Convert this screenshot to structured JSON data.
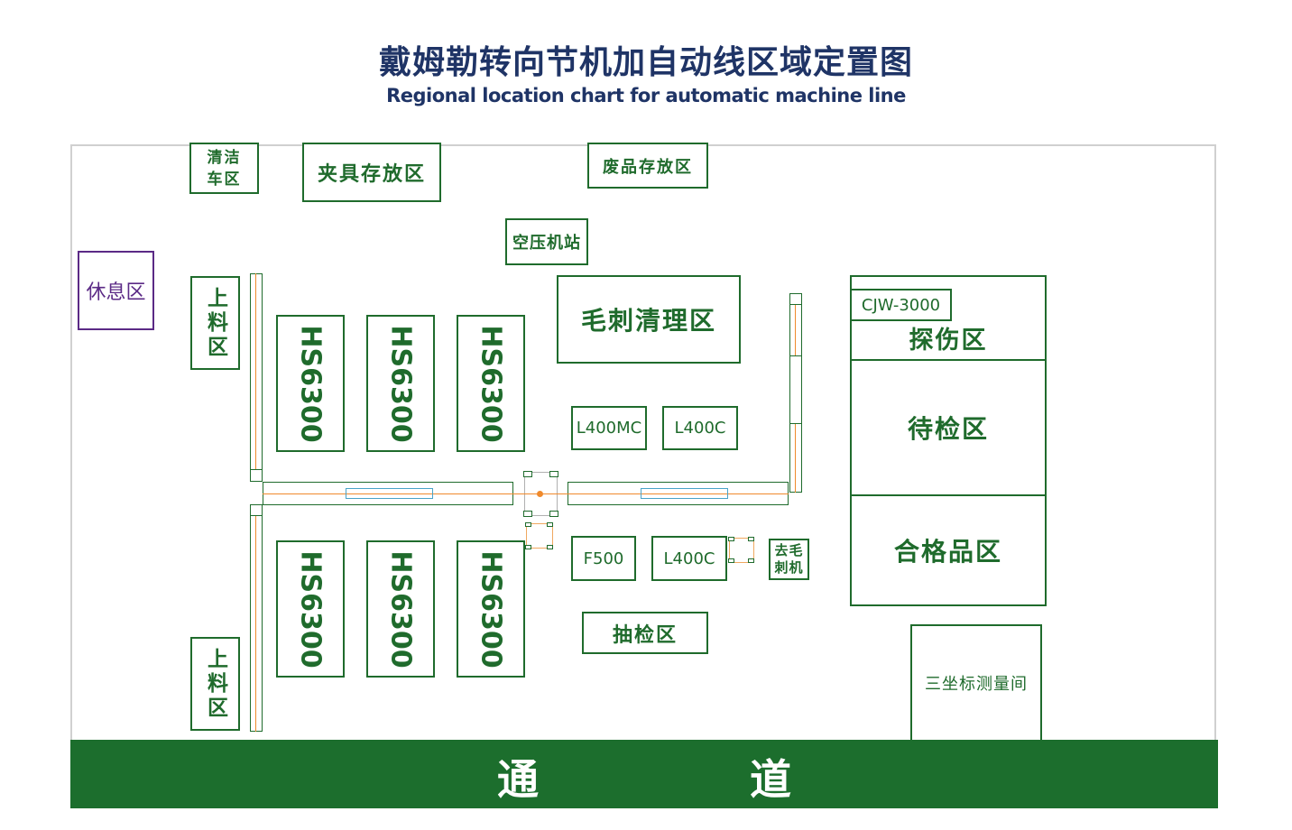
{
  "title": "戴姆勒转向节机加自动线区域定置图",
  "subtitle": "Regional location chart for automatic machine line",
  "zones": {
    "cleaning_cart": "清洁车区",
    "fixture_storage": "夹具存放区",
    "waste_storage": "废品存放区",
    "air_compressor": "空压机站",
    "rest_area": "休息区",
    "loading_top": "上料区",
    "loading_bottom": "上料区",
    "deburr_area": "毛刺清理区",
    "flaw_detection": "探伤区",
    "cjw": "CJW-3000",
    "pending_inspection": "待检区",
    "qualified_area": "合格品区",
    "sampling_area": "抽检区",
    "cmm_room": "三坐标测量间",
    "deburr_machine": "去毛刺机"
  },
  "machines": {
    "hs_label": "HS6300",
    "l400mc": "L400MC",
    "l400c_top": "L400C",
    "l400c_bottom": "L400C",
    "f500": "F500"
  },
  "passage": {
    "left": "通",
    "right": "道"
  },
  "colors": {
    "green": "#1f6b2c",
    "navy": "#1f3466",
    "purple": "#5b2a86",
    "orange": "#f08a2c",
    "blue": "#4aa3c8",
    "passage": "#1c6e2d"
  }
}
